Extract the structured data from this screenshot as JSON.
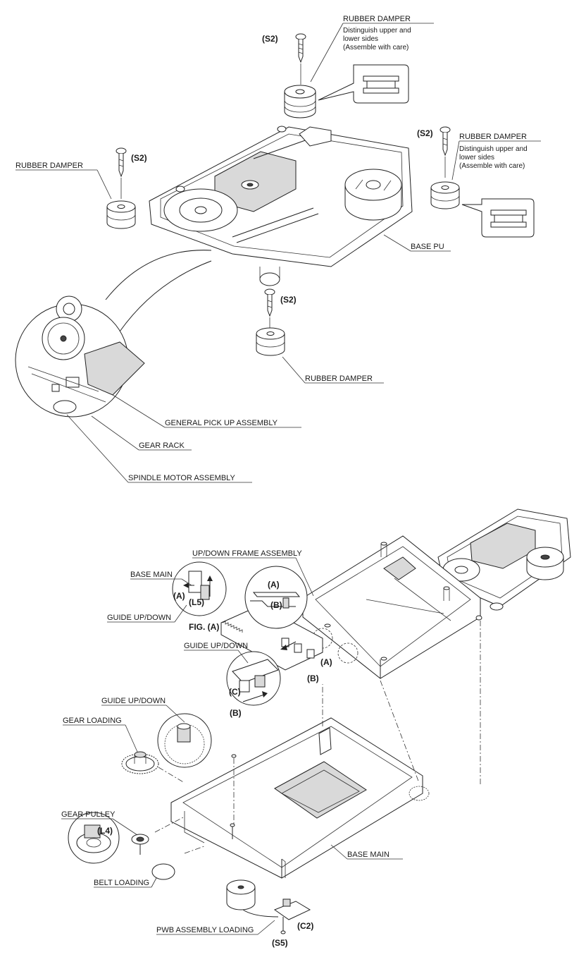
{
  "top": {
    "rubber_damper_top": "RUBBER DAMPER",
    "distinguish_top": [
      "Distinguish upper and",
      "lower sides",
      "(Assemble with care)"
    ],
    "s2_top": "(S2)",
    "rubber_damper_left": "RUBBER DAMPER",
    "s2_left": "(S2)",
    "rubber_damper_right": "RUBBER DAMPER",
    "distinguish_right": [
      "Distinguish upper and",
      "lower sides",
      "(Assemble with care)"
    ],
    "s2_right": "(S2)",
    "base_pu": "BASE PU",
    "s2_bottom": "(S2)",
    "rubber_damper_bottom": "RUBBER DAMPER",
    "general_pickup": "GENERAL PICK UP ASSEMBLY",
    "gear_rack": "GEAR RACK",
    "spindle_motor": "SPINDLE MOTOR ASSEMBLY"
  },
  "bottom": {
    "base_main_top": "BASE MAIN",
    "updown_frame": "UP/DOWN FRAME ASSEMBLY",
    "guide_updown_1": "GUIDE UP/DOWN",
    "fig_a": "FIG. (A)",
    "guide_updown_2": "GUIDE UP/DOWN",
    "guide_updown_3": "GUIDE UP/DOWN",
    "gear_loading": "GEAR LOADING",
    "gear_pulley": "GEAR PULLEY",
    "belt_loading": "BELT LOADING",
    "base_main_bottom": "BASE MAIN",
    "pwb_loading": "PWB ASSEMBLY LOADING",
    "c2": "(C2)",
    "s5": "(S5)",
    "a_left": "(A)",
    "a_circle": "(A)",
    "b_circle": "(B)",
    "a_frame": "(A)",
    "b_guide": "(B)",
    "b_guide2": "(B)",
    "c_mark": "(C)",
    "l5": "(L5)",
    "l4": "(L4)"
  }
}
